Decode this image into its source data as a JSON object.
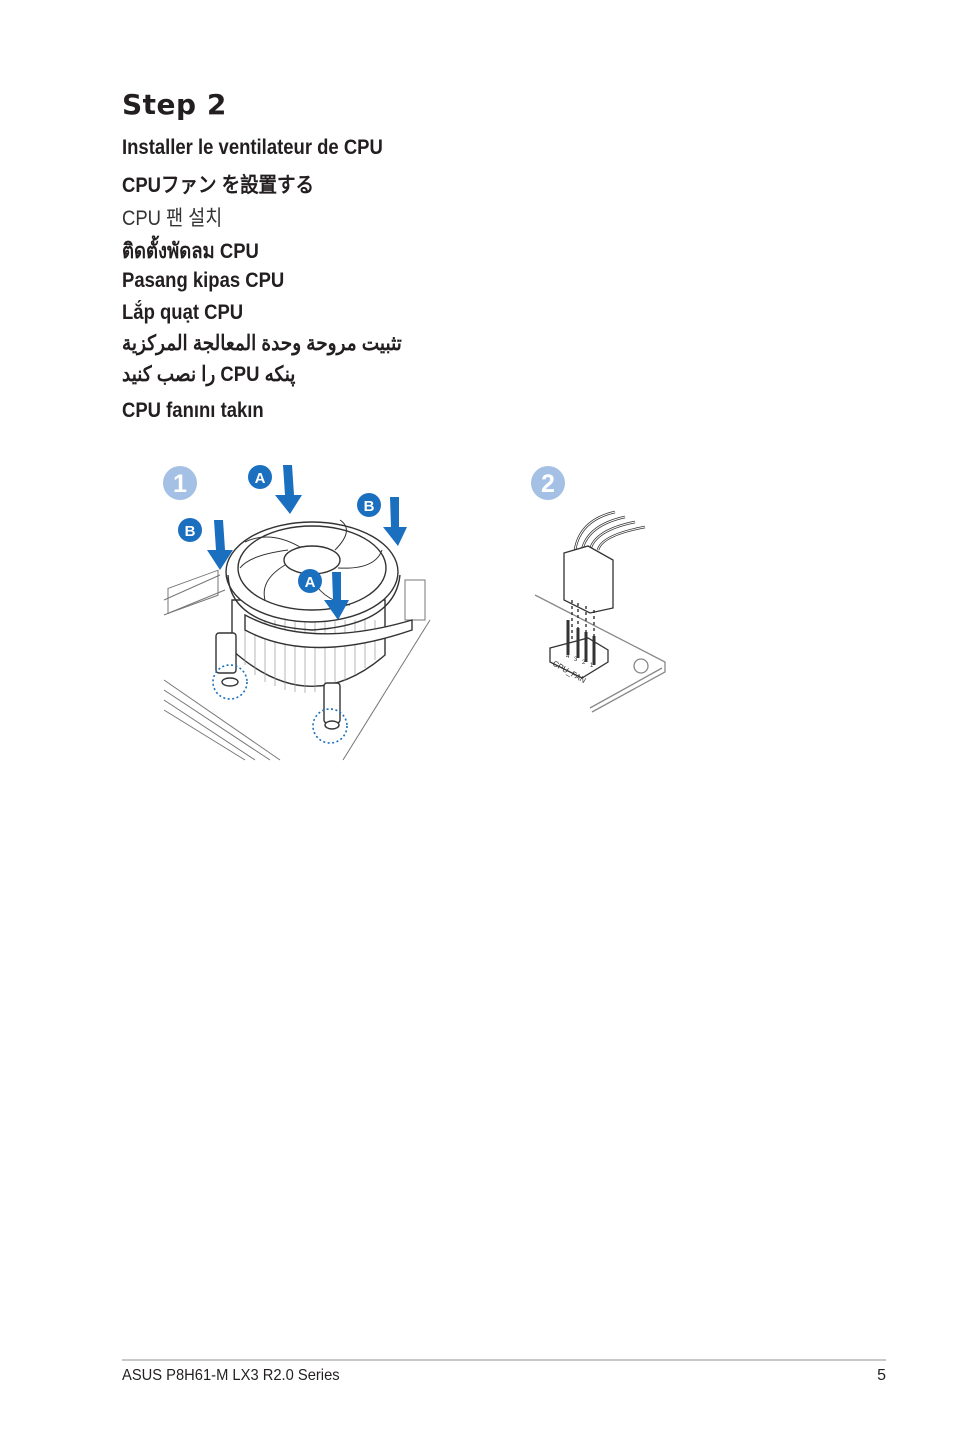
{
  "heading": "Step 2",
  "titles": [
    "Installer le ventilateur de CPU",
    "CPUファン を設置する",
    "CPU 팬 설치",
    "ติดตั้งพัดลม CPU",
    "Pasang kipas CPU",
    "Lắp quạt CPU",
    "تثبيت مروحة وحدة المعالجة المركزية",
    "پنكه CPU را نصب كنيد",
    "CPU fanını takın"
  ],
  "figure": {
    "step1_label": "1",
    "step2_label": "2",
    "label_a": "A",
    "label_b": "B",
    "connector_label": "CPU_FAN",
    "pins": [
      "4",
      "3",
      "2",
      "1"
    ],
    "accent_color": "#1a6fbf",
    "step_circle_color": "#a4c0e4"
  },
  "footer": {
    "product": "ASUS P8H61-M LX3 R2.0 Series",
    "page": "5"
  }
}
